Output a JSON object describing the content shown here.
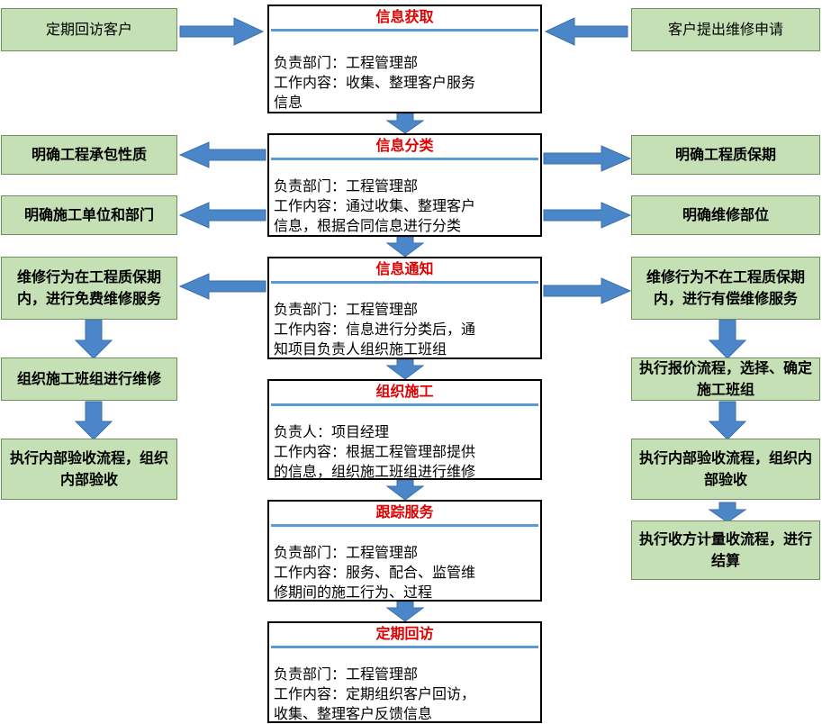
{
  "colors": {
    "side_box_fill": "#c5e0b4",
    "arrow_fill": "#4a86c8",
    "step_title": "#e00000",
    "step_rule": "#5b9bd5"
  },
  "steps": [
    {
      "title": "信息获取",
      "lines": [
        "负责部门：工程管理部",
        "工作内容：收集、整理客户服务",
        "信息"
      ]
    },
    {
      "title": "信息分类",
      "lines": [
        "负责部门：工程管理部",
        "工作内容：通过收集、整理客户",
        "信息，根据合同信息进行分类"
      ]
    },
    {
      "title": "信息通知",
      "lines": [
        "负责部门：工程管理部",
        "工作内容：信息进行分类后，通",
        "知项目负责人组织施工班组"
      ]
    },
    {
      "title": "组织施工",
      "lines": [
        "负责人：项目经理",
        "工作内容：根据工程管理部提供",
        "的信息，组织施工班组进行维修"
      ]
    },
    {
      "title": "跟踪服务",
      "lines": [
        "负责部门：工程管理部",
        "工作内容：服务、配合、监管维",
        "修期间的施工行为、过程"
      ]
    },
    {
      "title": "定期回访",
      "lines": [
        "负责部门：工程管理部",
        "工作内容：定期组织客户回访，",
        "收集、整理客户反馈信息"
      ]
    }
  ],
  "inputs": {
    "left": "定期回访客户",
    "right": "客户提出维修申请"
  },
  "left_branch": [
    "明确工程承包性质",
    "明确施工单位和部门",
    "维修行为在工程质保期内，进行免费维修服务",
    "组织施工班组进行维修",
    "执行内部验收流程，组织内部验收"
  ],
  "right_branch": [
    "明确工程质保期",
    "明确维修部位",
    "维修行为不在工程质保期内，进行有偿维修服务",
    "执行报价流程，选择、确定施工班组",
    "执行内部验收流程，组织内部验收",
    "执行收方计量收流程，进行结算"
  ]
}
